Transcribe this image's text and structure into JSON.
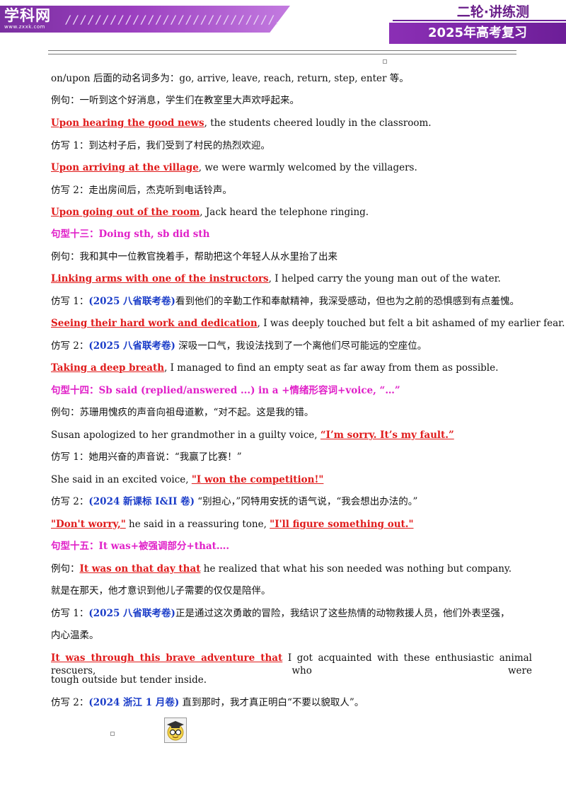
{
  "header": {
    "logo_text": "学科网",
    "logo_sub": "www.zxxk.com",
    "slashes": "////////////////////////////////////",
    "right_top": "二轮·讲练测",
    "right_bottom": "2025年高考复习"
  },
  "lines": {
    "l1": "on/upon 后面的动名词多为：go, arrive, leave, reach, return, step, enter 等。",
    "l2": "例句：一听到这个好消息，学生们在教室里大声欢呼起来。",
    "l3_red": "Upon hearing the good news",
    "l3_rest": ", the students cheered loudly in the classroom.",
    "l4": "仿写 1：到达村子后，我们受到了村民的热烈欢迎。",
    "l5_red": "Upon arriving at the village",
    "l5_rest": ", we were warmly welcomed by the villagers.",
    "l6": "仿写 2：走出房间后，杰克听到电话铃声。",
    "l7_red": "Upon going out of the room",
    "l7_rest": ", Jack heard the telephone ringing.",
    "l8": "句型十三：Doing sth, sb did sth",
    "l9": "例句：我和其中一位教官挽着手，帮助把这个年轻人从水里抬了出来",
    "l10_red": "Linking arms with one of the instructors",
    "l10_rest": ", I helped carry the young man out of the water.",
    "l11_a": "仿写 1：",
    "l11_b": "(2025 八省联考卷)",
    "l11_c": "看到他们的辛勤工作和奉献精神，我深受感动，但也为之前的恐惧感到有点羞愧。",
    "l12_red": "Seeing their hard work and dedication",
    "l12_rest": ", I was deeply touched but felt a bit ashamed of my earlier fear.",
    "l13_a": "仿写 2：",
    "l13_b": "(2025 八省联考卷)",
    "l13_c": " 深吸一口气，我设法找到了一个离他们尽可能远的空座位。",
    "l14_red": "Taking a deep breath",
    "l14_rest": ", I managed to find an empty seat as far away from them as possible.",
    "l15": "句型十四：Sb said (replied/answered ...) in a +情绪形容词+voice, “…”",
    "l16": "例句：苏珊用愧疚的声音向祖母道歉，“对不起。这是我的错。",
    "l17_pre": "Susan apologized to her grandmother in a guilty voice, ",
    "l17_red": "“I’m sorry. It’s my fault.”",
    "l18": "仿写 1：她用兴奋的声音说：“我赢了比赛！”",
    "l19_pre": "She said in an excited voice, ",
    "l19_red": "\"I won the competition!\"",
    "l20_a": "仿写 2：",
    "l20_b": "(2024 新课标  I&II 卷)",
    "l20_c": " “别担心，”冈特用安抚的语气说，“我会想出办法的。”",
    "l21_red1": "\"Don't worry,\"",
    "l21_mid": " he said in a reassuring tone, ",
    "l21_red2": "\"I'll figure something out.\"",
    "l22": "句型十五：It was+被强调部分+that….",
    "l23_pre": "例句：",
    "l23_red": "It was on that day that",
    "l23_rest": "  he realized that what his son needed was nothing but company.",
    "l24": "就是在那天，他才意识到他儿子需要的仅仅是陪伴。",
    "l25_a": "仿写 1：",
    "l25_b": "(2025 八省联考卷)",
    "l25_c": "正是通过这次勇敢的冒险，我结识了这些热情的动物救援人员，他们外表坚强，",
    "l26": "内心温柔。",
    "l27_red": "It was through this brave adventure that",
    "l27_rest": " I got acquainted with these enthusiastic animal rescuers, who were",
    "l28": "tough outside but tender inside.",
    "l29_a": "仿写 2：",
    "l29_b": "(2024 浙江  1 月卷)",
    "l29_c": " 直到那时，我才真正明白“不要以貌取人”。"
  }
}
